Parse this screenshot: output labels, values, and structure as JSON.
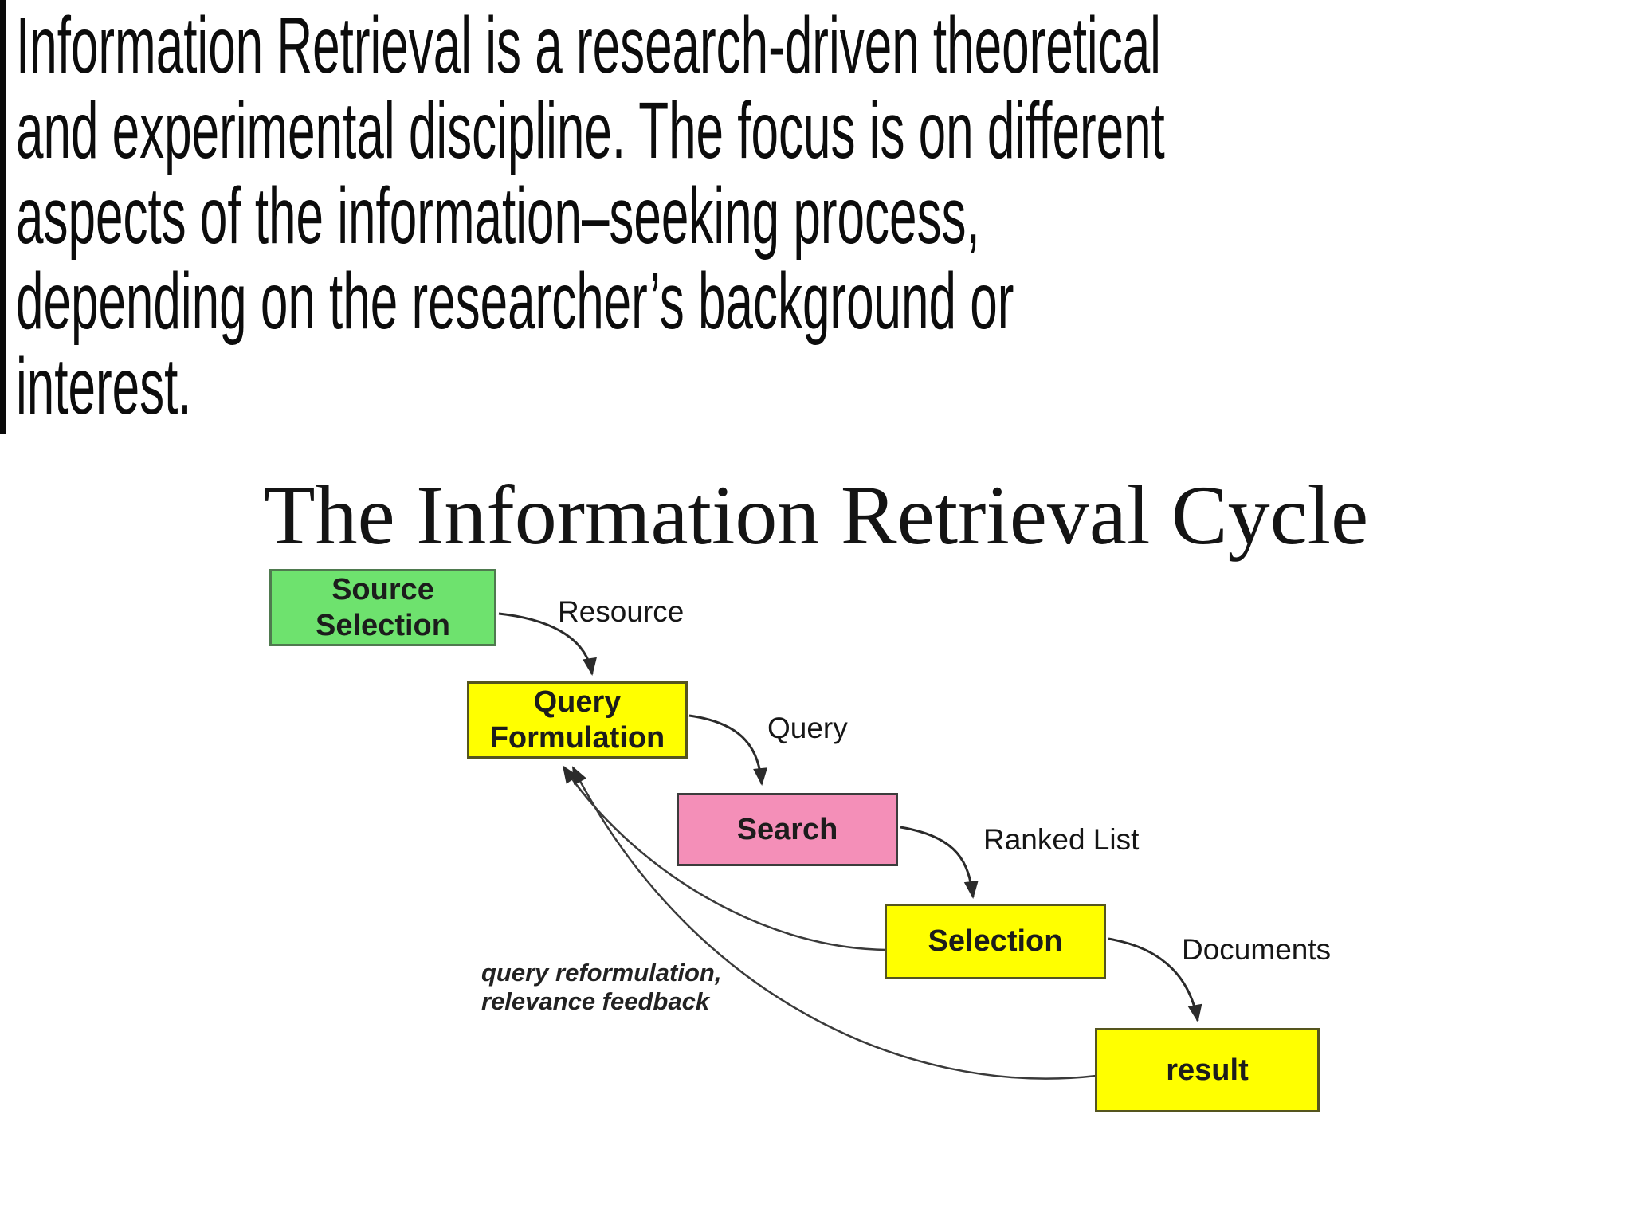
{
  "intro": {
    "lines": [
      "Information Retrieval is a research-driven theoretical",
      "and experimental discipline. The focus is on different",
      "aspects of the information–seeking process,",
      "depending on the researcher’s background or",
      "interest."
    ]
  },
  "diagram": {
    "title": "The Information Retrieval Cycle",
    "nodes": [
      {
        "id": "source-selection",
        "label": "Source\nSelection",
        "fill": "#6ee26e",
        "border": "#4f7a4f"
      },
      {
        "id": "query-formulation",
        "label": "Query\nFormulation",
        "fill": "#ffff00",
        "border": "#55551e"
      },
      {
        "id": "search",
        "label": "Search",
        "fill": "#f48fb8",
        "border": "#3c3c3c"
      },
      {
        "id": "selection",
        "label": "Selection",
        "fill": "#ffff00",
        "border": "#55551e"
      },
      {
        "id": "result",
        "label": "result",
        "fill": "#ffff00",
        "border": "#55551e"
      }
    ],
    "edge_labels": [
      {
        "id": "resource",
        "text": "Resource"
      },
      {
        "id": "query",
        "text": "Query"
      },
      {
        "id": "ranked-list",
        "text": "Ranked List"
      },
      {
        "id": "documents",
        "text": "Documents"
      }
    ],
    "feedback_note": {
      "line1": "query reformulation,",
      "line2": "relevance feedback"
    }
  },
  "colors": {
    "background": "#ffffff",
    "arrow": "#2b2b2b",
    "text": "#0c0c0c"
  }
}
